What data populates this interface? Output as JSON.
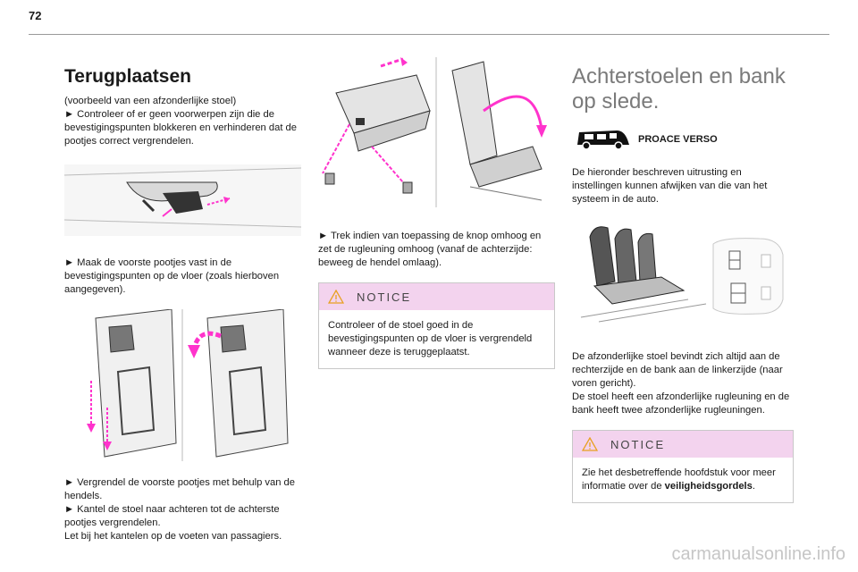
{
  "page": {
    "number": "72"
  },
  "col1": {
    "title": "Terugplaatsen",
    "p1": "(voorbeeld van een afzonderlijke stoel)",
    "p2": "► Controleer of er geen voorwerpen zijn die de bevestigingspunten blokkeren en verhinderen dat de pootjes correct vergrendelen.",
    "p3": "► Maak de voorste pootjes vast in de bevestigingspunten op de vloer (zoals hierboven aangegeven).",
    "p4": "► Vergrendel de voorste pootjes met behulp van de hendels.",
    "p5": "► Kantel de stoel naar achteren tot de achterste pootjes vergrendelen.",
    "p6": "Let bij het kantelen op de voeten van passagiers."
  },
  "col2": {
    "p1": "► Trek indien van toepassing de knop omhoog en zet de rugleuning omhoog (vanaf de achterzijde: beweeg de hendel omlaag).",
    "notice_title": "NOTICE",
    "notice_text": "Controleer of de stoel goed in de bevestigingspunten op de vloer is vergrendeld wanneer deze is teruggeplaatst."
  },
  "col3": {
    "title": "Achterstoelen en bank op slede.",
    "model": "PROACE VERSO",
    "p1": "De hieronder beschreven uitrusting en instellingen kunnen afwijken van die van het systeem in de auto.",
    "p2": "De afzonderlijke stoel bevindt zich altijd aan de rechterzijde en de bank aan de linkerzijde (naar voren gericht).",
    "p3": "De stoel heeft een afzonderlijke rugleuning en de bank heeft twee afzonderlijke rugleuningen.",
    "notice_title": "NOTICE",
    "notice_text_pre": "Zie het desbetreffende hoofdstuk voor meer informatie over de ",
    "notice_text_bold": "veiligheidsgordels",
    "notice_text_post": "."
  },
  "footer": {
    "watermark": "carmanualsonline.info"
  },
  "colors": {
    "accent": "#ff33cc",
    "notice_bg": "#f3d3ee",
    "rule": "#9a9a9a"
  }
}
